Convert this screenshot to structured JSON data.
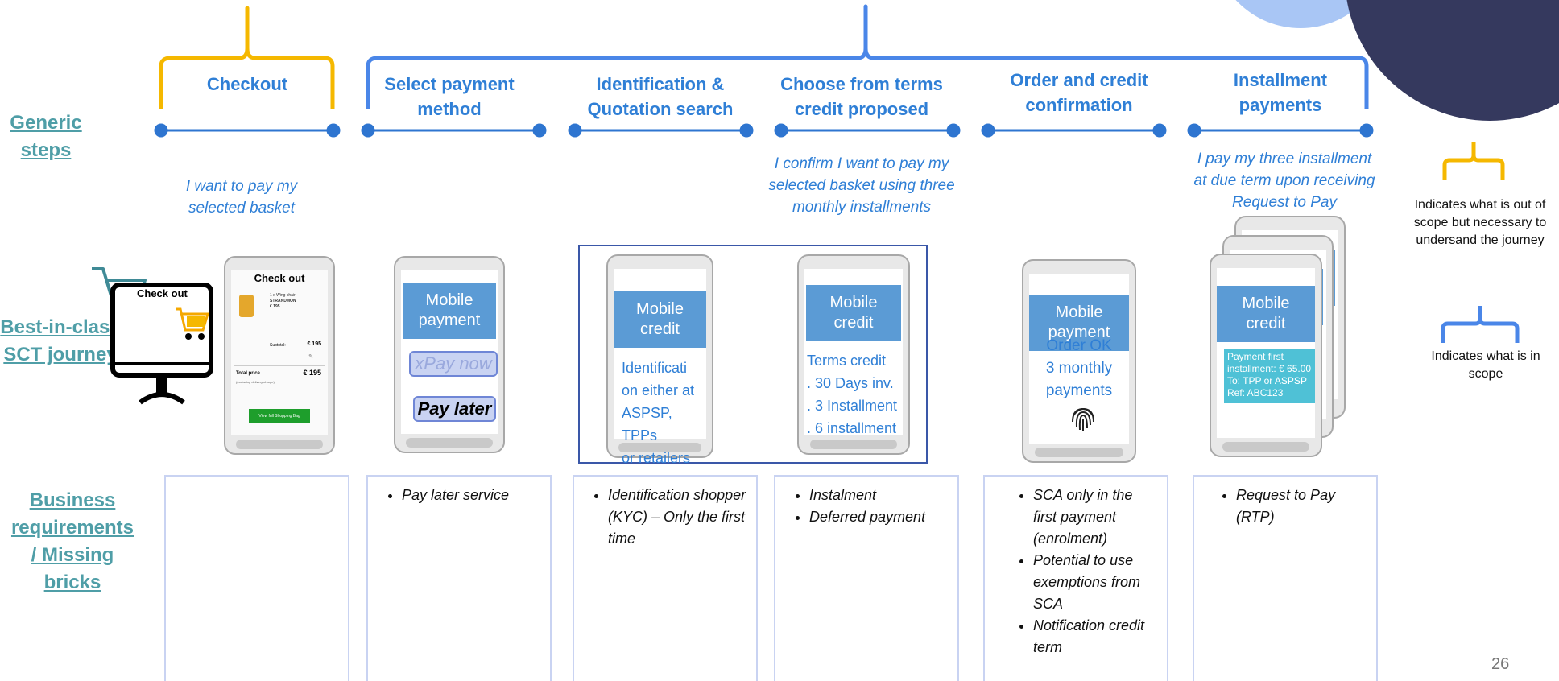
{
  "row_labels": {
    "generic_steps": [
      "Generic",
      "steps"
    ],
    "journey": [
      "Best-in-class",
      "SCT journey"
    ],
    "business": [
      "Business",
      "requirements",
      "/ Missing",
      "bricks"
    ]
  },
  "steps": [
    {
      "title": [
        "Checkout"
      ]
    },
    {
      "title": [
        "Select payment",
        "method"
      ]
    },
    {
      "title": [
        "Identification &",
        "Quotation search"
      ]
    },
    {
      "title": [
        "Choose from terms",
        "credit proposed"
      ]
    },
    {
      "title": [
        "Order and credit",
        "confirmation"
      ]
    },
    {
      "title": [
        "Installment",
        "payments"
      ]
    }
  ],
  "quotes": {
    "checkout": [
      "I want to pay my",
      "selected basket"
    ],
    "terms": [
      "I confirm I want to pay my",
      "selected basket using three",
      "monthly installments"
    ],
    "installment": [
      "I pay my three installment",
      "at due term upon receiving",
      "Request to Pay"
    ]
  },
  "screens": {
    "checkout_monitor_label": "Check out",
    "checkout_phone": {
      "title": "Check out",
      "item_name": "1 x Wing chair",
      "item_brand": "STRANDMON",
      "item_price": "€ 195",
      "subtotal_label": "Subtotal:",
      "subtotal_value": "€ 195",
      "total_label": "Total price",
      "total_value": "€ 195",
      "total_note": "(excluding delivery charge)",
      "cta": "View full Shopping Bag"
    },
    "select_payment": {
      "header": [
        "Mobile",
        "payment"
      ],
      "option1": "xPay now",
      "option2": "Pay later"
    },
    "identification": {
      "header": [
        "Mobile",
        "credit"
      ],
      "text": [
        "Identificati",
        "on either at",
        "ASPSP, TPPs",
        "or  retailers"
      ]
    },
    "terms": {
      "header": [
        "Mobile",
        "credit"
      ],
      "text": [
        "Terms credit",
        ". 30 Days inv.",
        ". 3 Installment",
        ". 6 installment"
      ]
    },
    "order": {
      "header": [
        "Mobile",
        "payment"
      ],
      "text": [
        "Order OK",
        "3 monthly",
        "payments"
      ]
    },
    "installment": {
      "header": [
        "Mobile",
        "credit"
      ],
      "text": [
        "Payment first",
        "installment: € 65.00",
        "To:  TPP or ASPSP",
        "Ref: ABC123"
      ]
    }
  },
  "requirements": [
    [],
    [
      "Pay later service"
    ],
    [
      "Identification shopper (KYC) – Only the first time"
    ],
    [
      "Instalment",
      "Deferred payment"
    ],
    [
      "SCA only in the first payment (enrolment)",
      "Potential to use exemptions from SCA",
      "Notification credit term"
    ],
    [
      "Request to Pay (RTP)"
    ]
  ],
  "legend": {
    "out_of_scope": [
      "Indicates what is out of",
      "scope but necessary to",
      "undersand the journey"
    ],
    "in_scope": [
      "Indicates what is  in",
      "scope"
    ],
    "out_of_scope_color": "#f5b800",
    "in_scope_color": "#4a86e8"
  },
  "colors": {
    "label": "#4f9ea7",
    "accent_blue": "#2f7fd6",
    "timeline": "#2e75d0",
    "header_blue": "#5b9bd5",
    "navy": "#35395e",
    "light_circle": "#a9c6f5"
  },
  "page_number": "26"
}
